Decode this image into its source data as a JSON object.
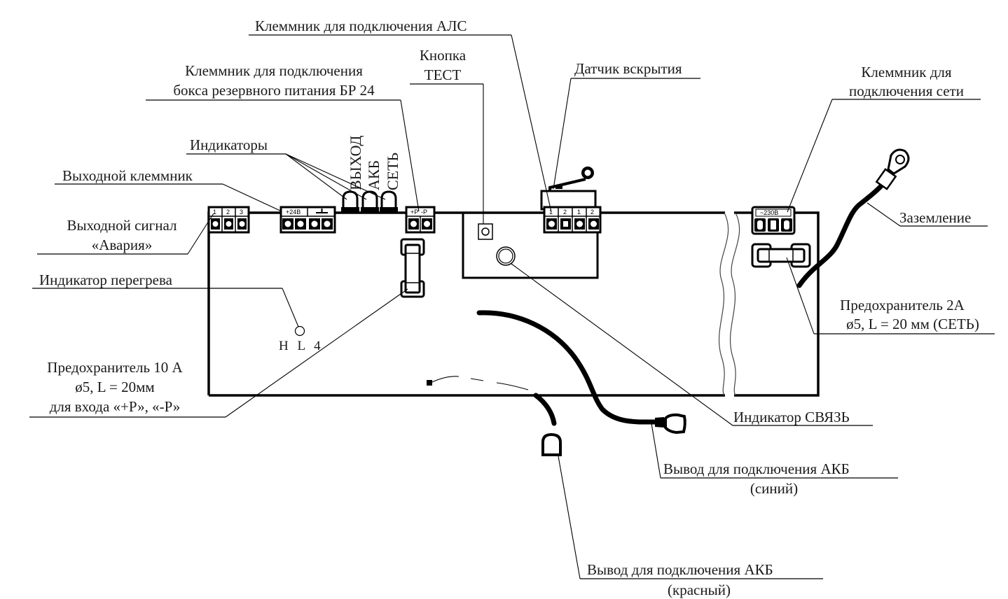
{
  "diagram": {
    "colors": {
      "ink": "#000000",
      "text": "#1a1a1a",
      "background": "#ffffff"
    },
    "labels": {
      "als_terminal": "Клеммник для подключения АЛС",
      "test_button": [
        "Кнопка",
        "ТЕСТ"
      ],
      "tamper_sensor": "Датчик вскрытия",
      "br24_terminal": [
        "Клеммник для подключения",
        "бокса резервного питания БР 24"
      ],
      "mains_terminal": [
        "Клеммник для",
        "подключения сети"
      ],
      "indicators": "Индикаторы",
      "output_terminal": "Выходной клеммник",
      "alarm_output": [
        "Выходной сигнал",
        "«Авария»"
      ],
      "grounding": "Заземление",
      "overheat_indicator": "Индикатор перегрева",
      "fuse_2a": [
        "Предохранитель 2А",
        "ø5, L = 20 мм (СЕТЬ)"
      ],
      "fuse_10a": [
        "Предохранитель 10 А",
        "ø5, L = 20мм",
        "для входа «+Р», «-Р»"
      ],
      "link_indicator": "Индикатор СВЯЗЬ",
      "akb_blue": [
        "Вывод для подключения АКБ",
        "(синий)"
      ],
      "akb_red": [
        "Вывод для подключения АКБ",
        "(красный)"
      ]
    },
    "led_labels": [
      "ВЫХОД",
      "АКБ",
      "СЕТЬ"
    ],
    "hl4": "H L 4",
    "terminals": {
      "alarm": [
        "1",
        "2",
        "3"
      ],
      "output": [
        "+24В",
        "⏚"
      ],
      "br24": [
        "+Р",
        "-Р"
      ],
      "als": [
        "1",
        "2",
        "1",
        "2"
      ],
      "mains": "~230В"
    }
  }
}
